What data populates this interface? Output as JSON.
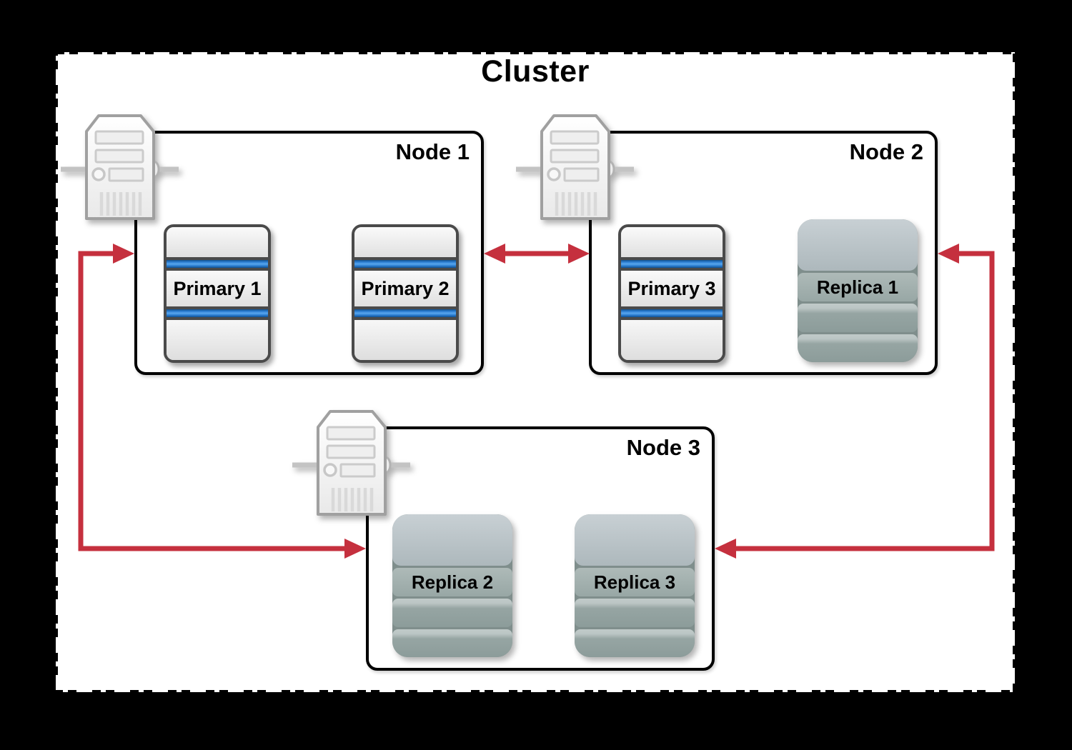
{
  "title": "Cluster",
  "nodes": [
    {
      "label": "Node 1",
      "server_icon": "server-tower-icon",
      "databases": [
        {
          "label": "Primary 1",
          "type": "primary",
          "icon": "database-cylinder-icon"
        },
        {
          "label": "Primary 2",
          "type": "primary",
          "icon": "database-cylinder-icon"
        }
      ]
    },
    {
      "label": "Node 2",
      "server_icon": "server-tower-icon",
      "databases": [
        {
          "label": "Primary 3",
          "type": "primary",
          "icon": "database-cylinder-icon"
        },
        {
          "label": "Replica 1",
          "type": "replica",
          "icon": "disk-stack-icon"
        }
      ]
    },
    {
      "label": "Node 3",
      "server_icon": "server-tower-icon",
      "databases": [
        {
          "label": "Replica 2",
          "type": "replica",
          "icon": "disk-stack-icon"
        },
        {
          "label": "Replica 3",
          "type": "replica",
          "icon": "disk-stack-icon"
        }
      ]
    }
  ],
  "connections": [
    {
      "from": "Node 1",
      "to": "Node 2",
      "style": "bidirectional-horizontal-arrow"
    },
    {
      "from": "Node 1",
      "to": "Node 3",
      "style": "bidirectional-elbow-arrow-left-side"
    },
    {
      "from": "Node 2",
      "to": "Node 3",
      "style": "bidirectional-elbow-arrow-right-side"
    }
  ],
  "colors": {
    "page_background": "#000000",
    "canvas_background": "#ffffff",
    "canvas_border": "#000000",
    "node_border": "#000000",
    "arrow_red": "#c5303e",
    "primary_stripe_blue": "#2e81d6",
    "primary_body_gray": "#e9e9e9",
    "replica_body_gray": "#9aa8a6",
    "server_body": "#f6f6f6"
  }
}
